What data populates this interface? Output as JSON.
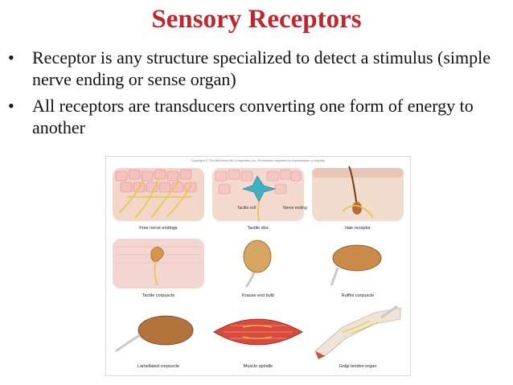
{
  "slide": {
    "title": "Sensory Receptors",
    "bullets": [
      {
        "marker": "•",
        "text": "Receptor is any structure specialized to detect a stimulus (simple nerve ending or sense organ)"
      },
      {
        "marker": "•",
        "text": "All receptors are transducers converting one form of energy to another"
      }
    ]
  },
  "figure": {
    "copyright": "Copyright © The McGraw-Hill Companies, Inc. Permission required for reproduction or display.",
    "captions": [
      "Free nerve endings",
      "Tactile disc",
      "Hair receptor",
      "Tactile corpuscle",
      "Krause end bulb",
      "Ruffini corpuscle",
      "Lamellated corpuscle",
      "Muscle spindle",
      "Golgi tendon organ"
    ],
    "labels": {
      "tactile_cell": "Tactile cell",
      "nerve_ending": "Nerve ending"
    }
  }
}
